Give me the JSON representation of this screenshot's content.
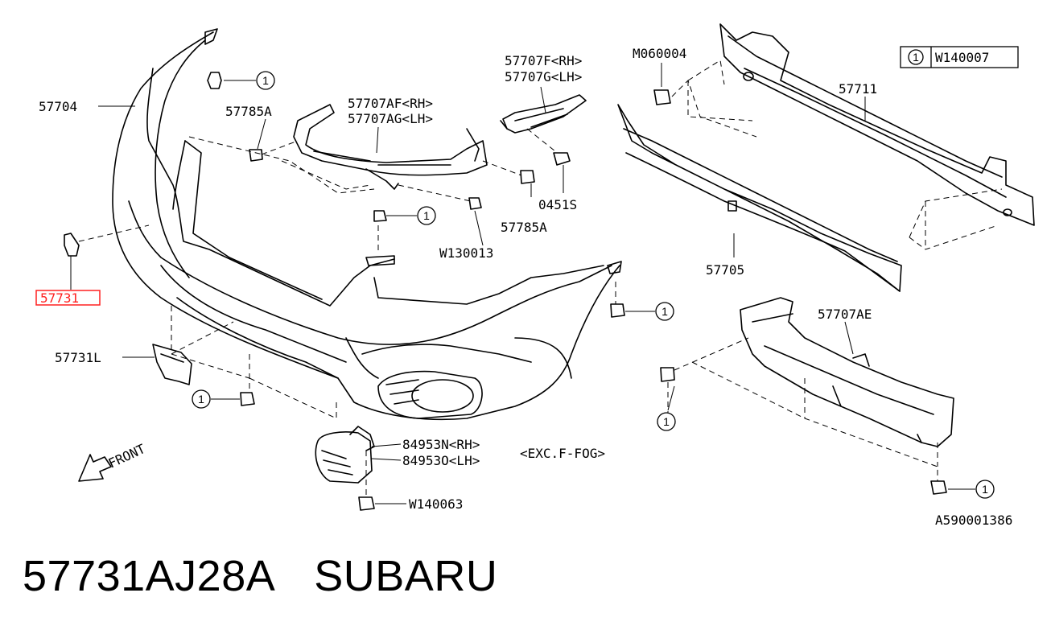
{
  "diagram": {
    "labels": {
      "l57704": "57704",
      "l57785a_top": "57785A",
      "l57707af": "57707AF<RH>",
      "l57707ag": "57707AG<LH>",
      "l57707f": "57707F<RH>",
      "l57707g": "57707G<LH>",
      "lm060004": "M060004",
      "l57711": "57711",
      "l0451s": "0451S",
      "l57785a_bottom": "57785A",
      "lw130013": "W130013",
      "l57731": "57731",
      "l57705": "57705",
      "l57707ae": "57707AE",
      "l57731l": "57731L",
      "l84953n": "84953N<RH>",
      "l84953o": "84953O<LH>",
      "lexcf": "<EXC.F-FOG>",
      "lw140063": "W140063",
      "front": "FRONT",
      "diagram_id": "A590001386"
    },
    "legend": {
      "number": "1",
      "part": "W140007"
    },
    "callout_number": "1",
    "highlight_color": "#ff2020"
  },
  "caption": {
    "part_number": "57731AJ28A",
    "brand": "SUBARU"
  }
}
